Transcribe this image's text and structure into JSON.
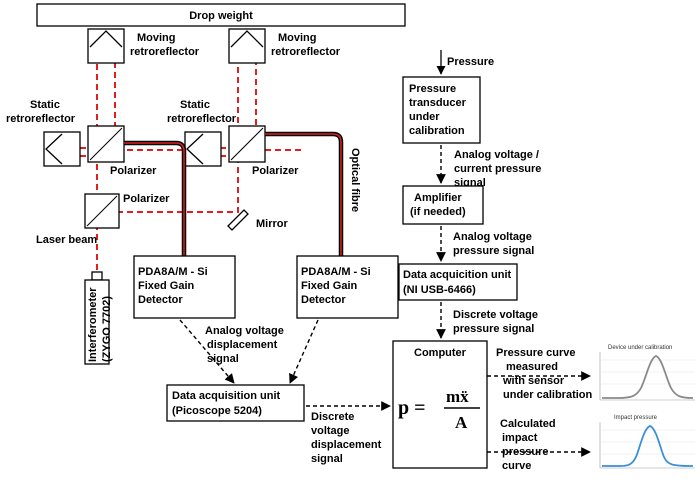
{
  "drop_weight": "Drop weight",
  "moving_retroreflector_1": [
    "Moving",
    "retroreflector"
  ],
  "moving_retroreflector_2": [
    "Moving",
    "retroreflector"
  ],
  "static_retroreflector_1": [
    "Static",
    "retroreflector"
  ],
  "static_retroreflector_2": [
    "Static",
    "retroreflector"
  ],
  "polarizer_1": "Polarizer",
  "polarizer_2": "Polarizer",
  "polarizer_3": "Polarizer",
  "mirror": "Mirror",
  "laser_beam": "Laser beam",
  "optical_fibre": "Optical fibre",
  "interferometer": [
    "Interferometer",
    "(ZYGO 7702)"
  ],
  "detector_1": [
    "PDA8A/M - Si",
    "Fixed Gain",
    "Detector"
  ],
  "detector_2": [
    "PDA8A/M - Si",
    "Fixed Gain",
    "Detector"
  ],
  "analog_disp_signal": [
    "Analog voltage",
    "displacement",
    "signal"
  ],
  "daq_pico": [
    "Data acquisition unit",
    "(Picoscope 5204)"
  ],
  "discrete_disp_signal": [
    "Discrete",
    "voltage",
    "displacement",
    "signal"
  ],
  "pressure": "Pressure",
  "pressure_transducer": [
    "Pressure",
    "transducer",
    "under",
    "calibration"
  ],
  "analog_current_signal": [
    "Analog voltage /",
    "current pressure",
    "signal"
  ],
  "amplifier": [
    "Amplifier",
    "(if needed)"
  ],
  "analog_pressure_signal": [
    "Analog voltage",
    "pressure signal"
  ],
  "daq_ni": [
    "Data acquicition unit",
    "(NI USB-6466)"
  ],
  "discrete_pressure_signal": [
    "Discrete voltage",
    "pressure signal"
  ],
  "computer": "Computer",
  "formula": {
    "lhs": "p =",
    "numerator": "mẍ",
    "denominator": "A"
  },
  "pressure_curve_label": [
    "Pressure curve",
    "measured",
    "with sensor",
    "under calibration"
  ],
  "calculated_label": [
    "Calculated",
    "impact",
    "pressure",
    "curve"
  ],
  "plot_device_title": "Device under calibration",
  "plot_impact_title": "Impact pressure",
  "colors": {
    "laser": "#e02020",
    "curve_device": "#8a8a8a",
    "curve_impact": "#3b8fd6"
  }
}
